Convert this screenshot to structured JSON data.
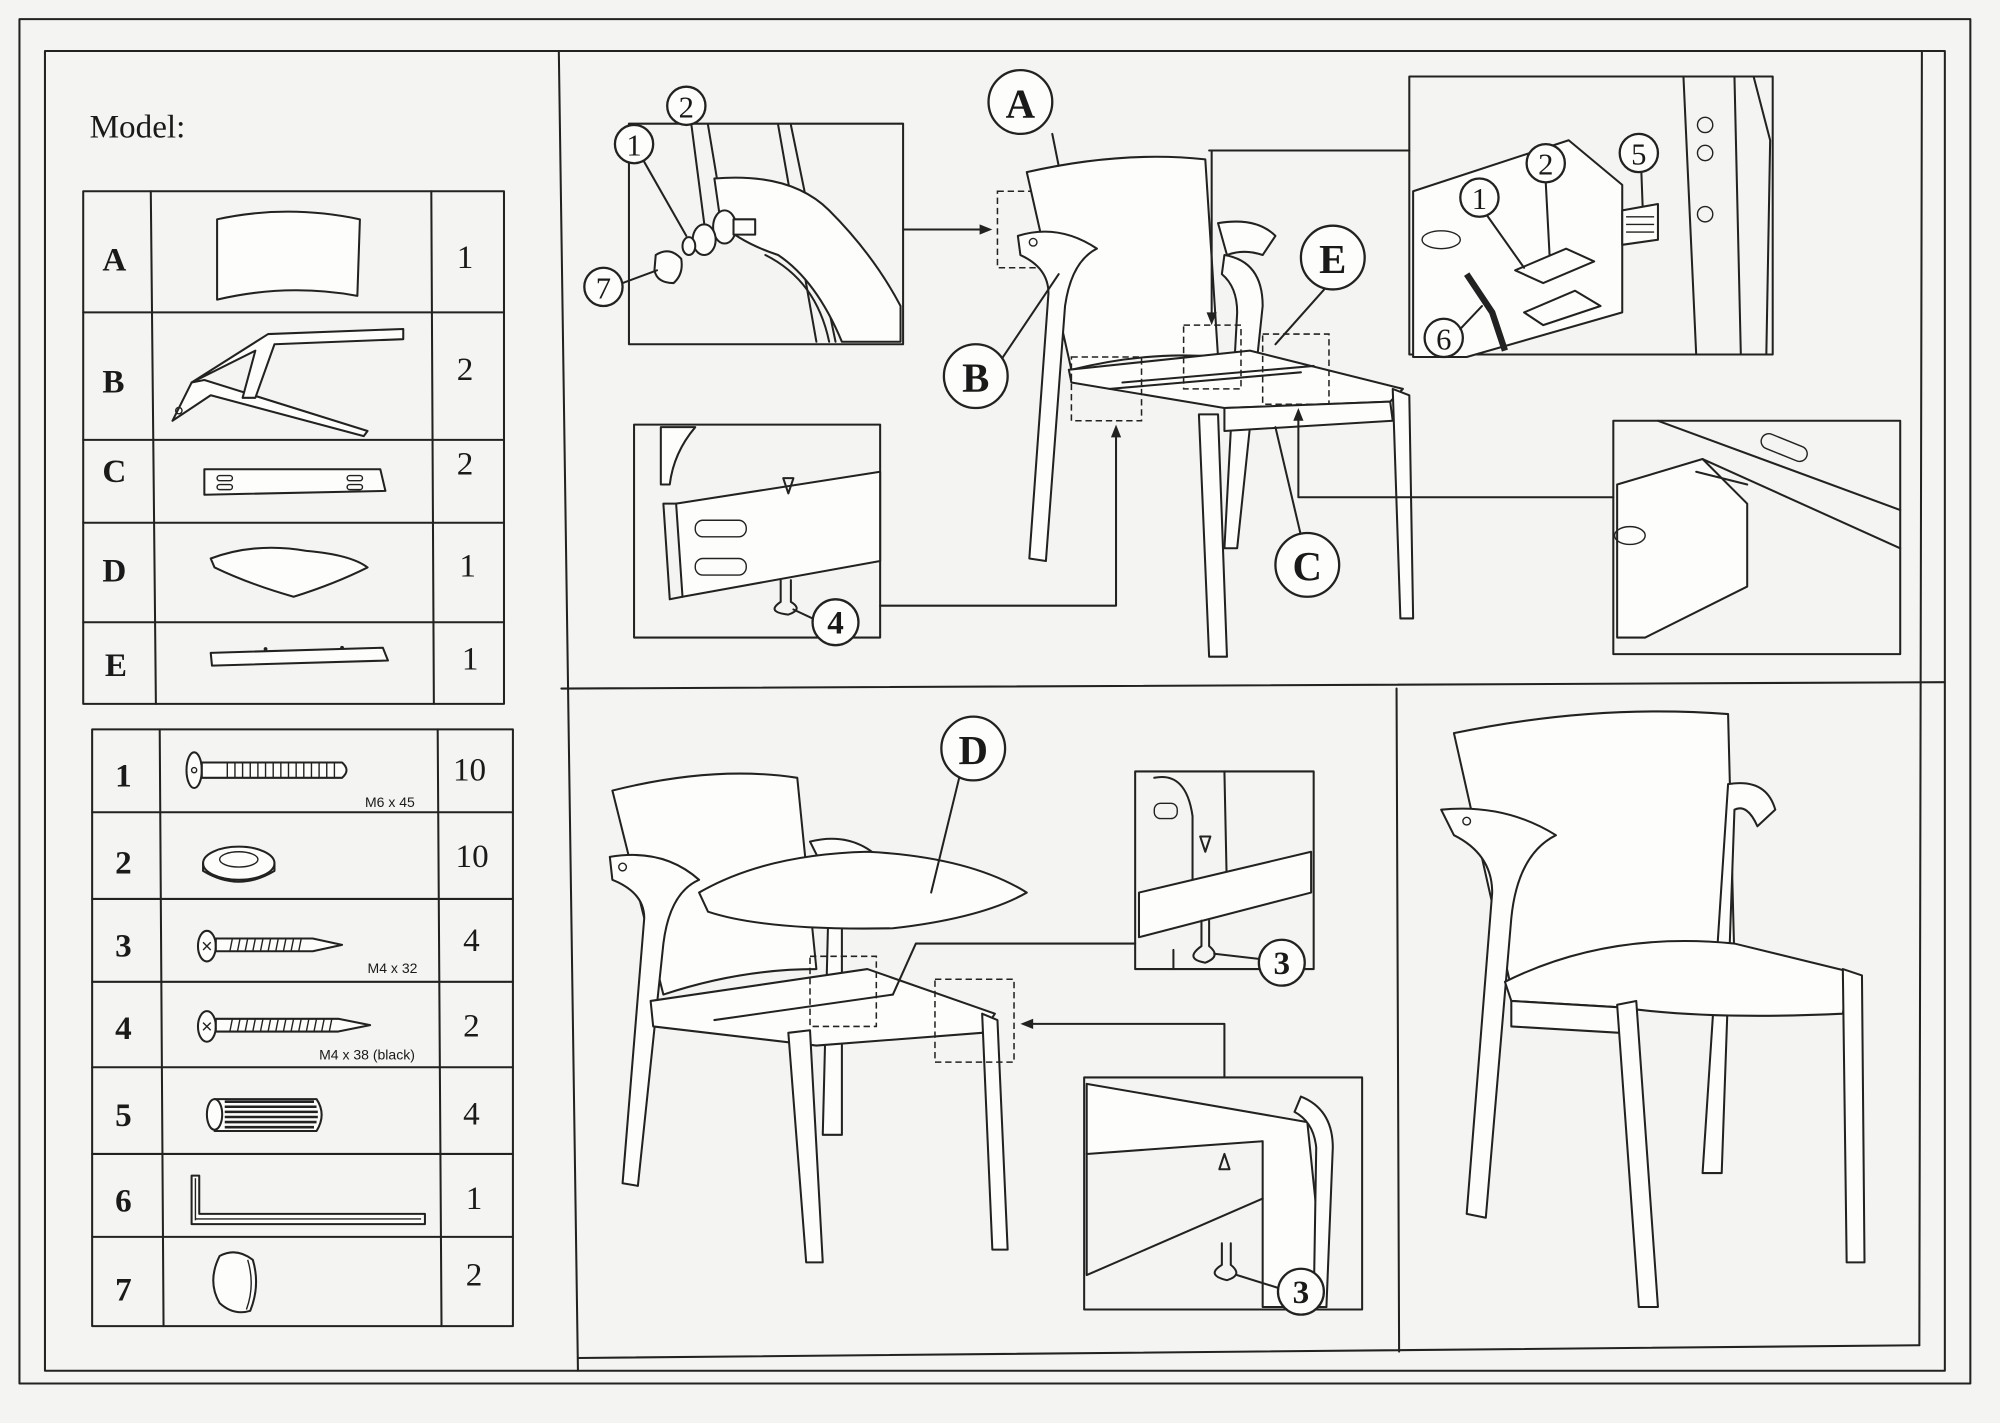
{
  "title": "Model:",
  "parts": [
    {
      "letter": "A",
      "qty": "1"
    },
    {
      "letter": "B",
      "qty": "2"
    },
    {
      "letter": "C",
      "qty": "2"
    },
    {
      "letter": "D",
      "qty": "1"
    },
    {
      "letter": "E",
      "qty": "1"
    }
  ],
  "hardware": [
    {
      "num": "1",
      "spec": "M6 x 45",
      "qty": "10"
    },
    {
      "num": "2",
      "spec": "",
      "qty": "10"
    },
    {
      "num": "3",
      "spec": "M4 x 32",
      "qty": "4"
    },
    {
      "num": "4",
      "spec": "M4 x 38 (black)",
      "qty": "2"
    },
    {
      "num": "5",
      "spec": "",
      "qty": "4"
    },
    {
      "num": "6",
      "spec": "",
      "qty": "1"
    },
    {
      "num": "7",
      "spec": "",
      "qty": "2"
    }
  ],
  "callouts": {
    "step1": {
      "bolt": "1",
      "washer": "2",
      "cap": "7",
      "back": "A",
      "frame": "B",
      "bar": "E",
      "rail": "C",
      "screw": "4",
      "d_bolt": "1",
      "d_washer": "2",
      "d_dowel": "5",
      "d_key": "6"
    },
    "step2": {
      "seat": "D",
      "screw_a": "3",
      "screw_b": "3"
    }
  }
}
